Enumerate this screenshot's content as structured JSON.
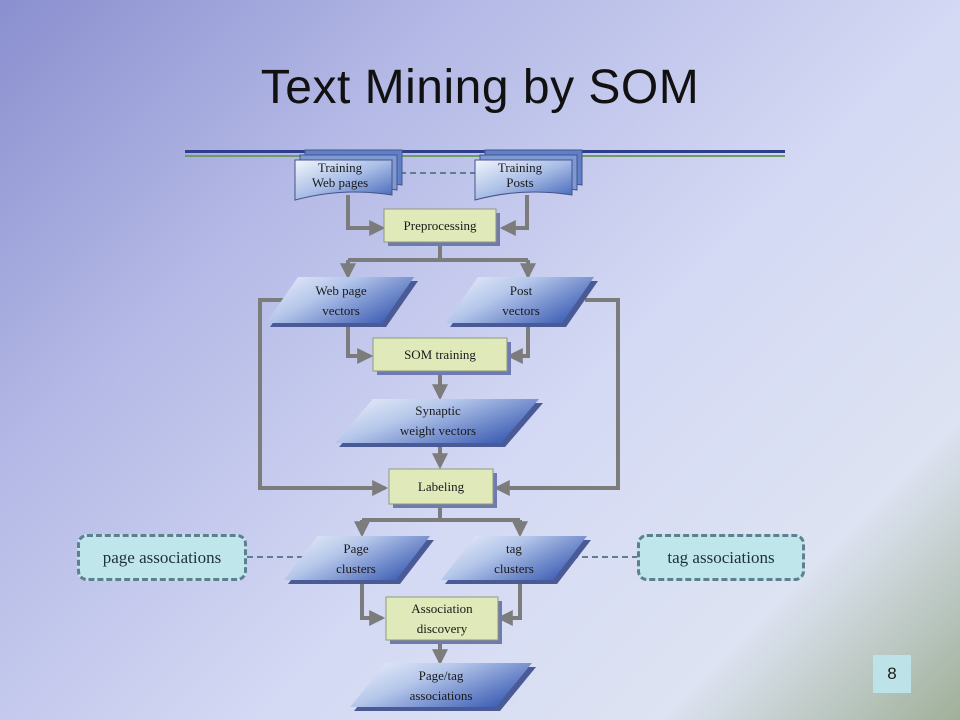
{
  "title": "Text Mining by SOM",
  "slide_number": "8",
  "nodes": {
    "training_web_pages": {
      "line1": "Training",
      "line2": "Web pages"
    },
    "training_posts": {
      "line1": "Training",
      "line2": "Posts"
    },
    "preprocessing": "Preprocessing",
    "web_page_vectors": {
      "line1": "Web page",
      "line2": "vectors"
    },
    "post_vectors": {
      "line1": "Post",
      "line2": "vectors"
    },
    "som_training": "SOM training",
    "synaptic_weight_vectors": {
      "line1": "Synaptic",
      "line2": "weight vectors"
    },
    "labeling": "Labeling",
    "page_clusters": {
      "line1": "Page",
      "line2": "clusters"
    },
    "tag_clusters": {
      "line1": "tag",
      "line2": "clusters"
    },
    "association_discovery": {
      "line1": "Association",
      "line2": "discovery"
    },
    "page_tag_associations": {
      "line1": "Page/tag",
      "line2": "associations"
    }
  },
  "associations": {
    "page": "page associations",
    "tag": "tag associations"
  },
  "colors": {
    "process_box": "#dfe9b9",
    "data_shape_light": "#e4ecfa",
    "data_shape_dark": "#4d6ec0",
    "connector": "#7c7c7c",
    "assoc_fill": "#bfe6ea",
    "title_rule": "#2d3e8c"
  }
}
